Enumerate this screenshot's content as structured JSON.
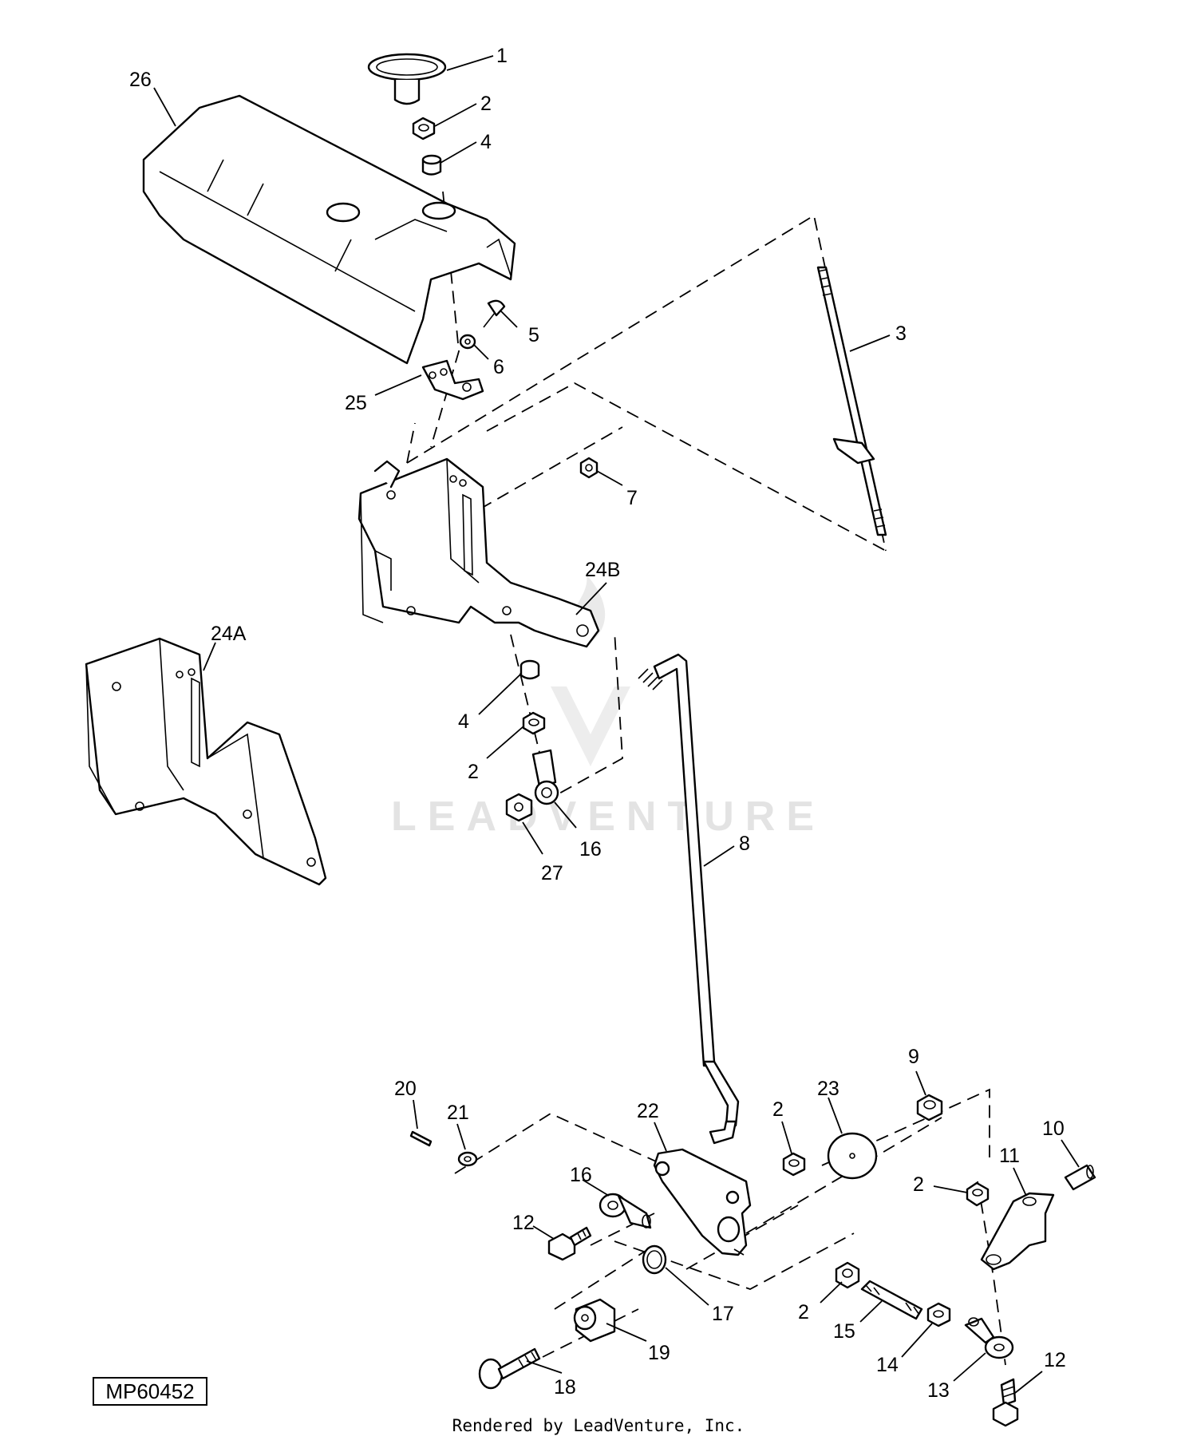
{
  "diagram": {
    "reference_code": "MP60452",
    "credit": "Rendered by LeadVenture, Inc.",
    "watermark": "LEADVENTURE",
    "callouts": {
      "c1": "1",
      "c2a": "2",
      "c4a": "4",
      "c26": "26",
      "c3": "3",
      "c5": "5",
      "c6": "6",
      "c25": "25",
      "c7": "7",
      "c24b": "24B",
      "c24a": "24A",
      "c4b": "4",
      "c2b": "2",
      "c16a": "16",
      "c27": "27",
      "c8": "8",
      "c9": "9",
      "c23": "23",
      "c2c": "2",
      "c22": "22",
      "c21": "21",
      "c20": "20",
      "c10": "10",
      "c11": "11",
      "c2d": "2",
      "c16b": "16",
      "c12a": "12",
      "c17": "17",
      "c19": "19",
      "c2e": "2",
      "c15": "15",
      "c14": "14",
      "c13": "13",
      "c12b": "12",
      "c18": "18"
    }
  }
}
